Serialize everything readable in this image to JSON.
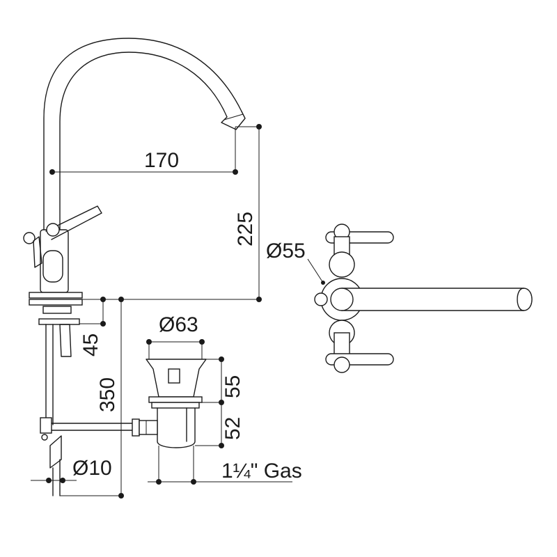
{
  "dimensions": {
    "spout_reach": "170",
    "spout_height": "225",
    "base_diameter": "Ø55",
    "waste_diameter": "Ø63",
    "deck_thickness": "45",
    "waste_top": "55",
    "waste_bottom": "52",
    "total_depth": "350",
    "rod_diameter": "Ø10",
    "thread": "1¼\" Gas"
  }
}
